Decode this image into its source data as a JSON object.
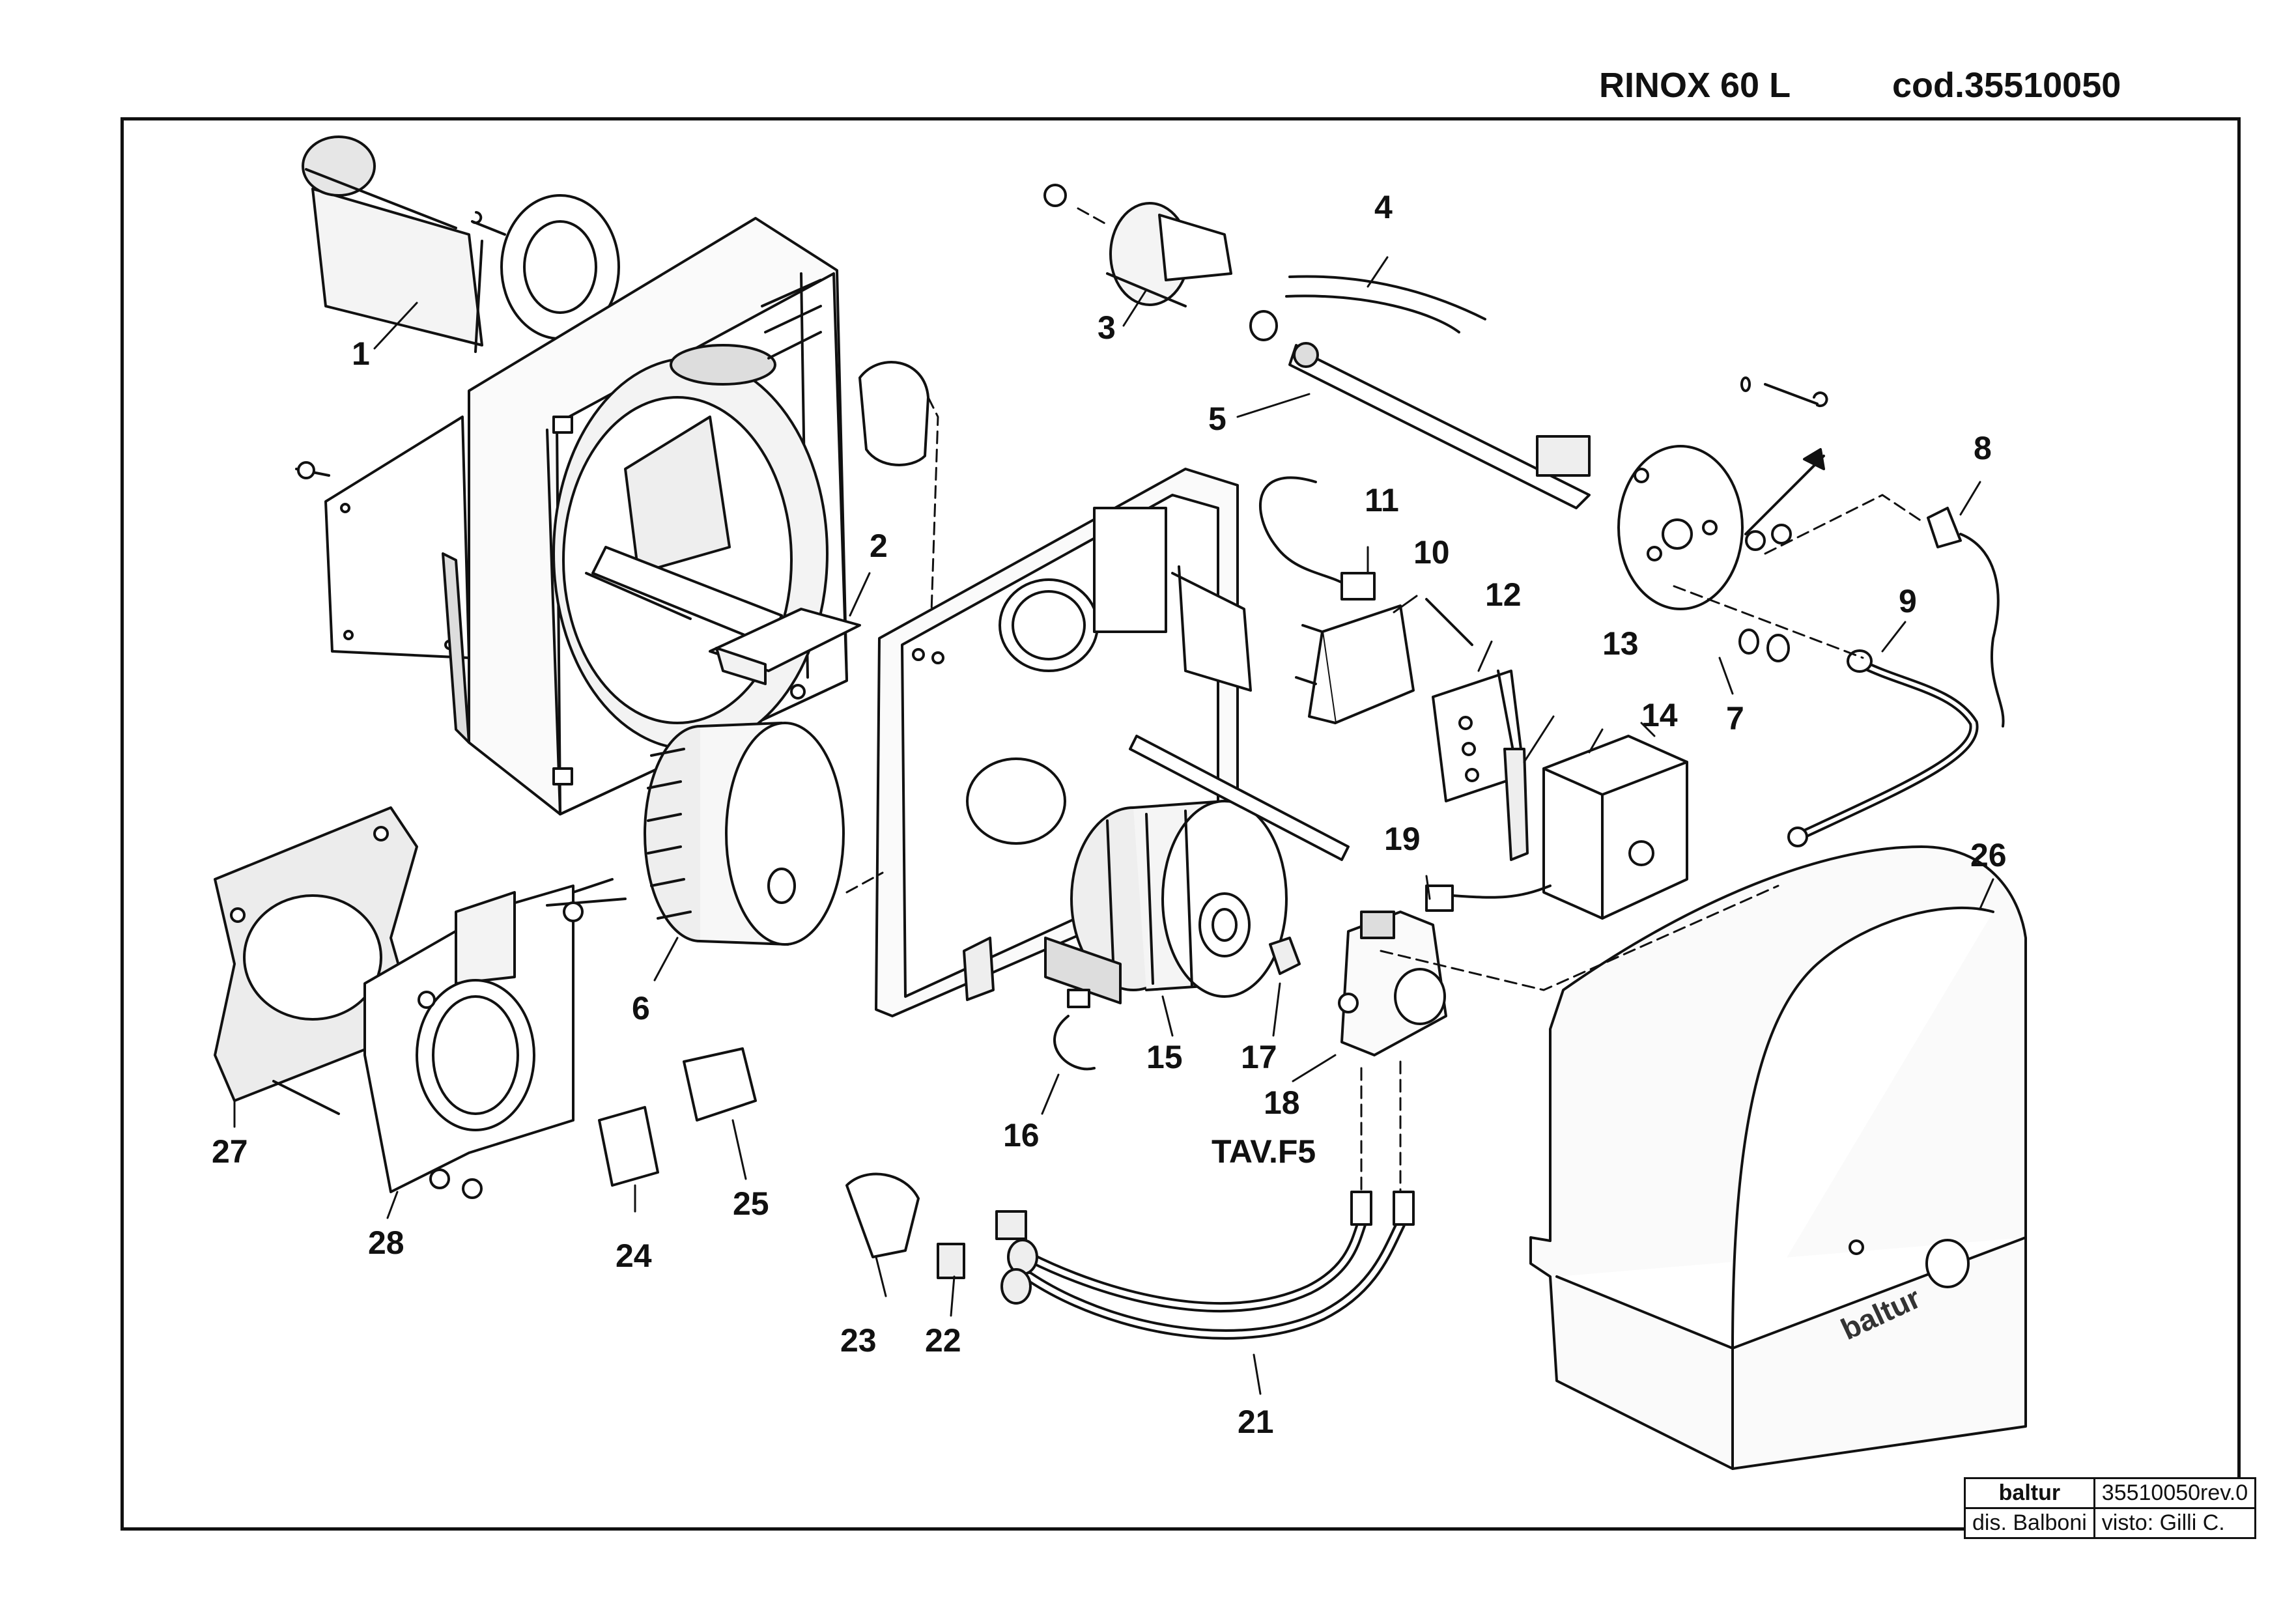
{
  "header": {
    "model": "RINOX 60 L",
    "code": "cod.35510050"
  },
  "callouts": {
    "p1": "1",
    "p2": "2",
    "p3": "3",
    "p4": "4",
    "p5": "5",
    "p6": "6",
    "p7": "7",
    "p8": "8",
    "p9": "9",
    "p10": "10",
    "p11": "11",
    "p12": "12",
    "p13": "13",
    "p14": "14",
    "p15": "15",
    "p16": "16",
    "p17": "17",
    "p18": "18",
    "tav": "TAV.F5",
    "p19": "19",
    "p21": "21",
    "p22": "22",
    "p23": "23",
    "p24": "24",
    "p25": "25",
    "p26": "26",
    "p27": "27",
    "p28": "28"
  },
  "cover_logo": "baltur",
  "title_block": {
    "brand": "baltur",
    "revision": "35510050rev.0",
    "drawn_by": "dis. Balboni",
    "checked_by": "visto: Gilli C."
  }
}
